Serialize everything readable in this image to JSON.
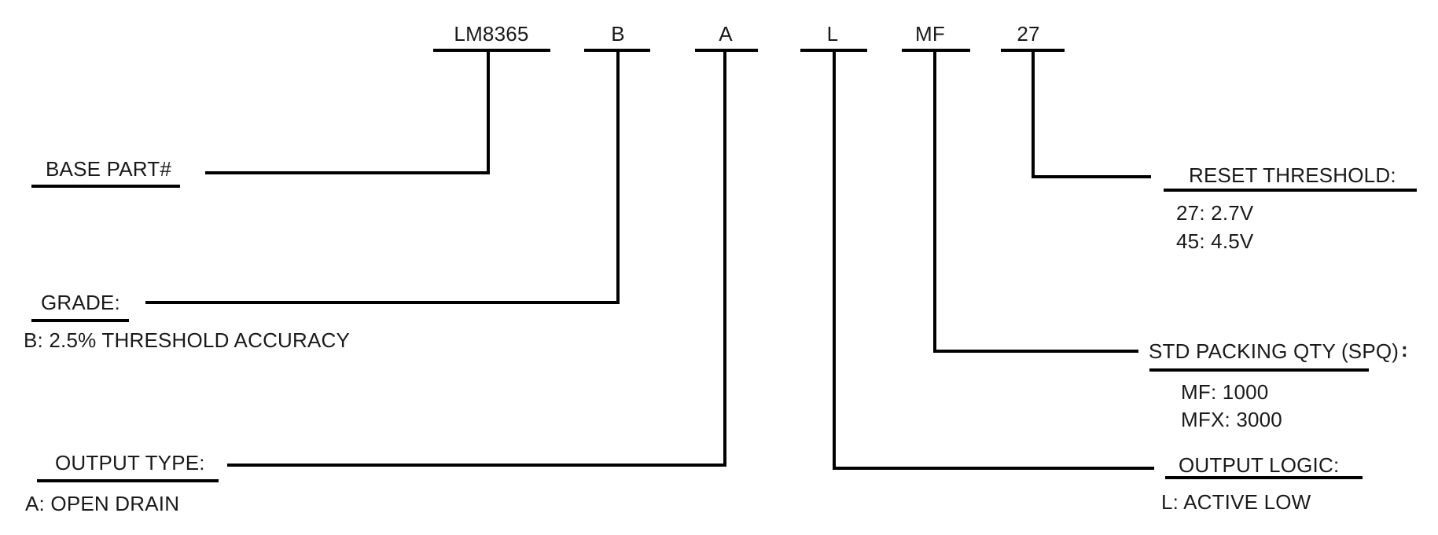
{
  "part_number": {
    "segments": [
      {
        "id": "base",
        "code": "LM8365"
      },
      {
        "id": "grade",
        "code": "B"
      },
      {
        "id": "output_type",
        "code": "A"
      },
      {
        "id": "output_logic",
        "code": "L"
      },
      {
        "id": "packing",
        "code": "MF"
      },
      {
        "id": "threshold",
        "code": "27"
      }
    ]
  },
  "fields": {
    "base_part": {
      "title": "BASE PART#"
    },
    "grade": {
      "title": "GRADE:",
      "options": [
        "B: 2.5% THRESHOLD ACCURACY"
      ]
    },
    "output_type": {
      "title": "OUTPUT TYPE:",
      "options": [
        "A: OPEN DRAIN"
      ]
    },
    "reset_threshold": {
      "title": "RESET THRESHOLD:",
      "options": [
        "27: 2.7V",
        "45: 4.5V"
      ]
    },
    "packing_qty": {
      "title": "STD PACKING QTY (SPQ)",
      "suffix": ":",
      "options": [
        "MF: 1000",
        "MFX: 3000"
      ]
    },
    "output_logic": {
      "title": "OUTPUT LOGIC:",
      "options": [
        "L: ACTIVE LOW"
      ]
    }
  },
  "colors": {
    "line": "#000000",
    "text": "#1a1a1a"
  }
}
